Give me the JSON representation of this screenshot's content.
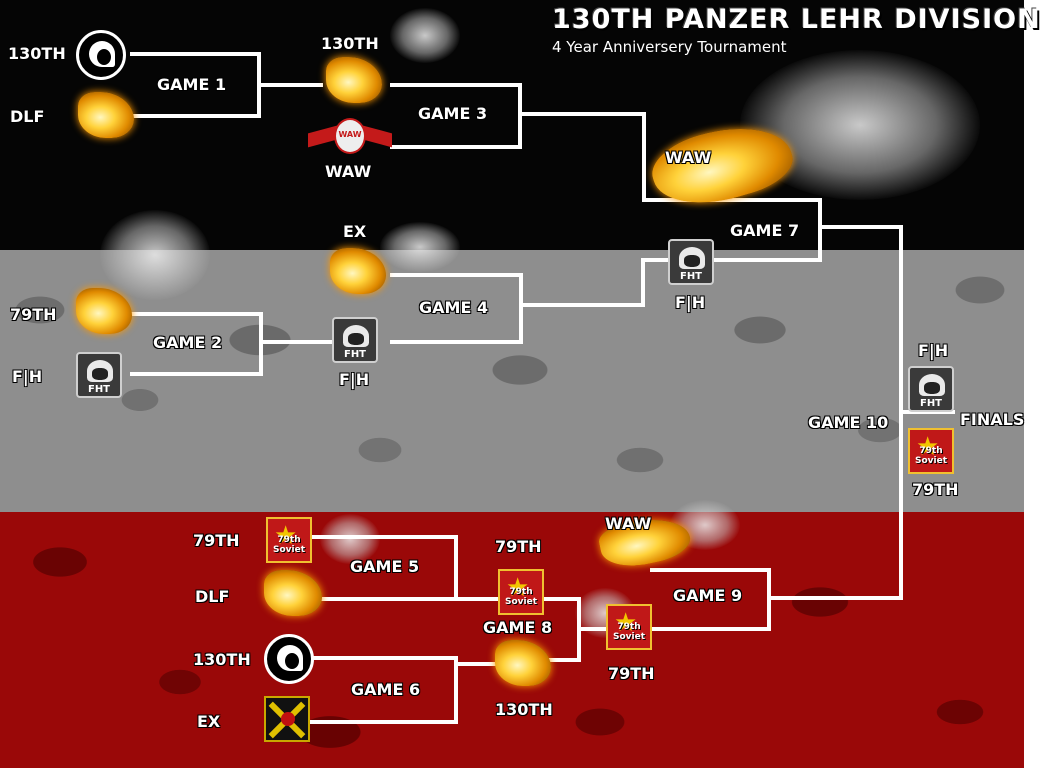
{
  "title": "130TH PANZER LEHR DIVISION",
  "subtitle": "4 Year Anniversery Tournament",
  "colors": {
    "top_band": "#050505",
    "middle_band": "#8e8e8e",
    "bottom_band": "#9a0808",
    "bracket_lines": "#ffffff"
  },
  "games": {
    "g1": "GAME 1",
    "g2": "GAME 2",
    "g3": "GAME 3",
    "g4": "GAME 4",
    "g5": "GAME 5",
    "g6": "GAME 6",
    "g7": "GAME 7",
    "g8": "GAME 8",
    "g9": "GAME 9",
    "g10": "GAME 10"
  },
  "finals": "FINALS",
  "teams": {
    "g1_top": "130TH",
    "g1_bottom": "DLF",
    "g2_top": "79TH",
    "g2_bottom": "F|H",
    "g3_top": "130TH",
    "g3_bottom": "WAW",
    "g4_top": "EX",
    "g4_bottom": "F|H",
    "g7_top": "WAW",
    "g7_bottom": "F|H",
    "g5_top": "79TH",
    "g5_bottom": "DLF",
    "g6_top": "130TH",
    "g6_bottom": "EX",
    "g8_top": "79TH",
    "g8_bottom": "130TH",
    "g9_top": "WAW",
    "g9_bottom": "79TH",
    "g10_top": "F|H",
    "g10_bottom": "79TH"
  },
  "logo_text": {
    "fht": "FHT",
    "soviet": "79th Soviet",
    "waw": "WAW"
  },
  "icons": {
    "130th": "panther-head-icon",
    "dlf": "flaming-logo-icon",
    "waw": "winged-eagle-icon",
    "fht": "helmet-soldier-icon",
    "79th": "soviet-star-icon",
    "ex": "crossed-x-icon"
  }
}
